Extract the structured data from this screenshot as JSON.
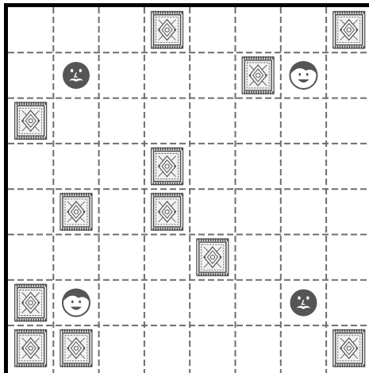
{
  "board": {
    "rows": 8,
    "visible_columns": 8.1,
    "colors": {
      "background": "#ffffff",
      "border": "#000000",
      "grid_line": "#6e6e6e",
      "tile_fill": "#f2f2f2",
      "tile_ink": "#4a4a4a",
      "token_dark": "#555555",
      "token_light": "#ffffff"
    },
    "grid_style": "dashed"
  },
  "tiles": [
    {
      "row": 0,
      "col": 3,
      "icon": "ornate-carpet-icon"
    },
    {
      "row": 0,
      "col": 7,
      "icon": "ornate-carpet-icon"
    },
    {
      "row": 1,
      "col": 5,
      "icon": "ornate-carpet-icon"
    },
    {
      "row": 2,
      "col": 0,
      "icon": "ornate-carpet-icon"
    },
    {
      "row": 3,
      "col": 3,
      "icon": "ornate-carpet-icon"
    },
    {
      "row": 4,
      "col": 1,
      "icon": "ornate-carpet-icon"
    },
    {
      "row": 4,
      "col": 3,
      "icon": "ornate-carpet-icon"
    },
    {
      "row": 5,
      "col": 4,
      "icon": "ornate-carpet-icon"
    },
    {
      "row": 6,
      "col": 0,
      "icon": "ornate-carpet-icon"
    },
    {
      "row": 7,
      "col": 0,
      "icon": "ornate-carpet-icon"
    },
    {
      "row": 7,
      "col": 1,
      "icon": "ornate-carpet-icon"
    },
    {
      "row": 7,
      "col": 7,
      "icon": "ornate-carpet-icon"
    }
  ],
  "tokens": [
    {
      "row": 1,
      "col": 1,
      "kind": "dark",
      "icon": "mustache-face-icon"
    },
    {
      "row": 1,
      "col": 6,
      "kind": "light",
      "icon": "smiling-face-icon"
    },
    {
      "row": 6,
      "col": 1,
      "kind": "light",
      "icon": "smiling-face-icon"
    },
    {
      "row": 6,
      "col": 6,
      "kind": "dark",
      "icon": "mustache-face-icon"
    }
  ]
}
